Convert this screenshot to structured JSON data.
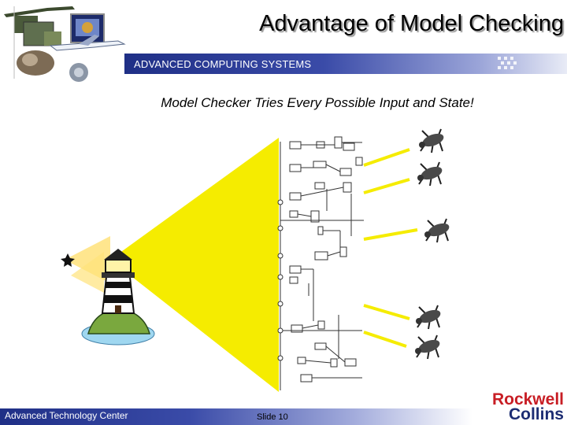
{
  "slide": {
    "title": "Advantage of Model Checking",
    "banner_label": "ADVANCED COMPUTING SYSTEMS",
    "subtitle": "Model Checker Tries Every Possible Input and State!",
    "footer_left": "Advanced Technology Center",
    "slide_number": "Slide 10",
    "logo_line1": "Rockwell",
    "logo_line2": "Collins"
  },
  "colors": {
    "beam": "#f5ec00",
    "banner_dark": "#1f2f86",
    "logo_red": "#c81e25",
    "logo_blue": "#1d2d73"
  },
  "icons": [
    "aircraft-collage-icon",
    "lighthouse-icon",
    "bug-icon"
  ]
}
